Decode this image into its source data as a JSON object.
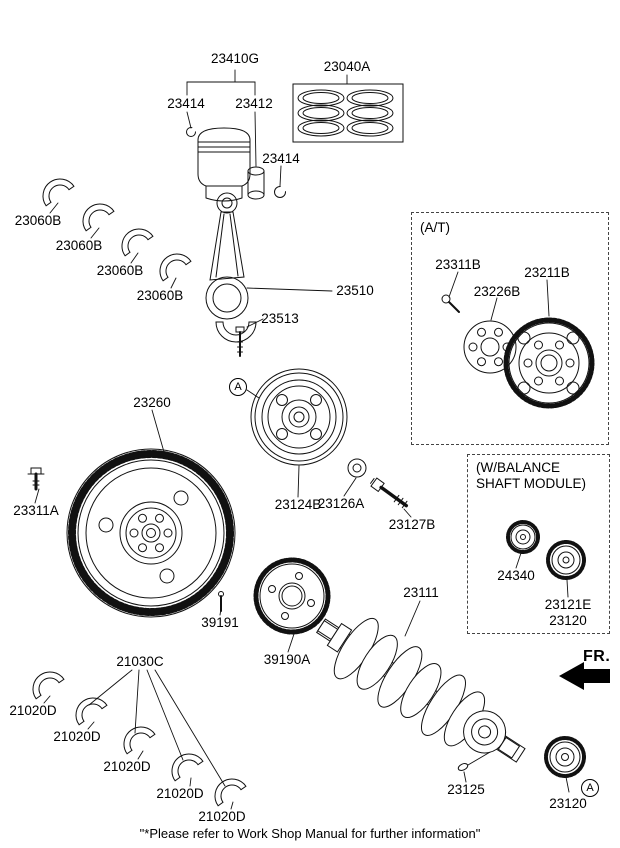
{
  "parts": {
    "piston_assembly": "23410G",
    "piston_snap_ring": "23414",
    "piston_pin": "23412",
    "piston_ring_set": "23040A",
    "rod_bearing": "23060B",
    "connecting_rod": "23510",
    "rod_bolt": "23513",
    "at_bolt": "23311B",
    "at_adapter": "23226B",
    "drive_plate": "23211B",
    "flywheel": "23260",
    "flywheel_bolt": "23311A",
    "damper_pulley": "23124B",
    "pulley_washer": "23126A",
    "pulley_bolt": "23127B",
    "balance_gear": "24340",
    "crank_gear_e": "23121E",
    "crank_gear": "23120",
    "sensor_wheel_bolt": "39191",
    "sensor_wheel": "39190A",
    "crankshaft": "23111",
    "main_bearing_set": "21030C",
    "main_bearing": "21020D",
    "rear_key": "23125"
  },
  "groups": {
    "at": "(A/T)",
    "balance_line1": "(W/BALANCE",
    "balance_line2": "SHAFT MODULE)"
  },
  "callouts": {
    "a": "A"
  },
  "fr_label": "FR.",
  "footnote": "\"*Please refer to Work Shop Manual for further information\""
}
